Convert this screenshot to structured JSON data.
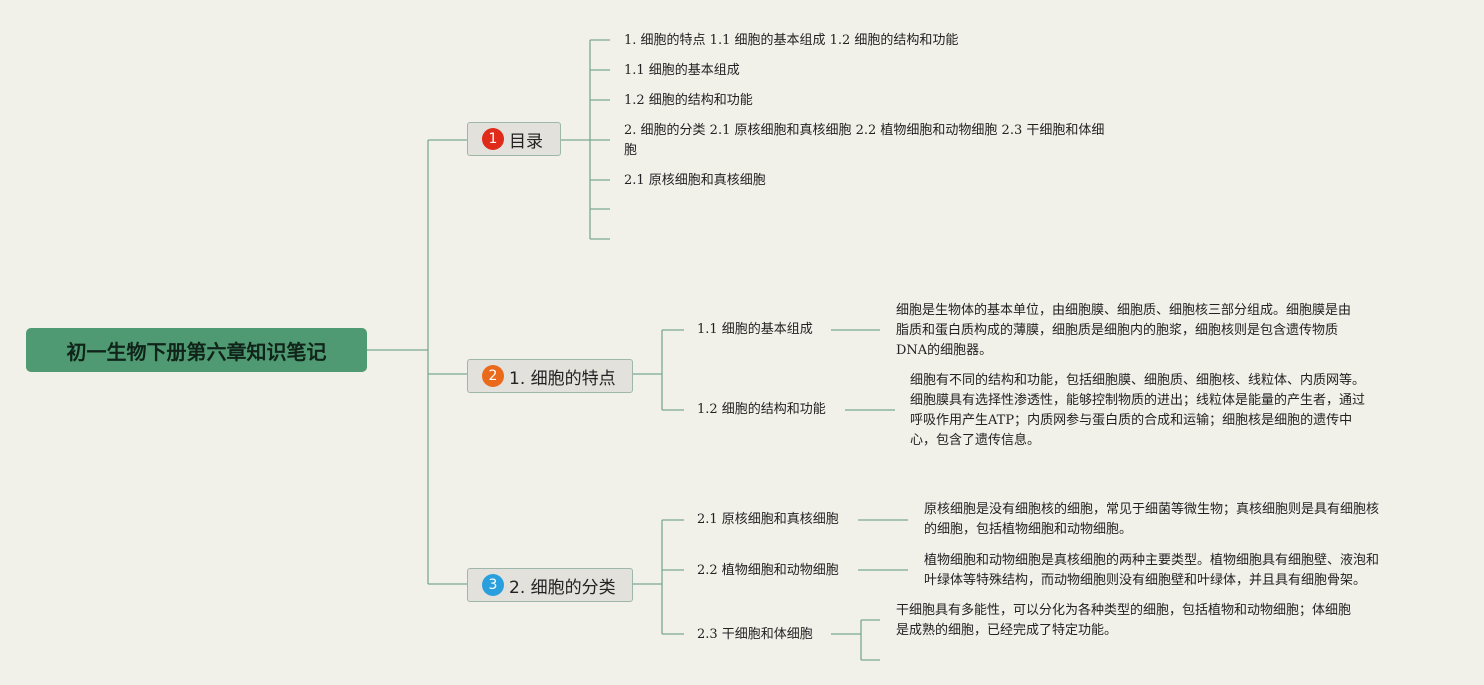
{
  "colors": {
    "background": "#f1f0e9",
    "root": "#4f9a72",
    "connector": "#7aa894",
    "badge_1": "#e02a1a",
    "badge_2": "#ea6a1c",
    "badge_3": "#2a9fde"
  },
  "root": {
    "title": "初一生物下册第六章知识笔记"
  },
  "toc": {
    "badge": "1",
    "label": "目录",
    "items": [
      "1. 细胞的特点 1.1 细胞的基本组成 1.2 细胞的结构和功能",
      "1.1 细胞的基本组成",
      "1.2 细胞的结构和功能",
      "2. 细胞的分类 2.1 原核细胞和真核细胞 2.2 植物细胞和动物细胞 2.3 干细胞和体细",
      "胞",
      "2.1 原核细胞和真核细胞",
      "",
      ""
    ]
  },
  "section1": {
    "badge": "2",
    "label": "1. 细胞的特点",
    "children": [
      {
        "label": "1.1 细胞的基本组成",
        "desc": [
          "细胞是生物体的基本单位，由细胞膜、细胞质、细胞核三部分组成。细胞膜是由",
          "脂质和蛋白质构成的薄膜，细胞质是细胞内的胞浆，细胞核则是包含遗传物质",
          "DNA的细胞器。"
        ]
      },
      {
        "label": "1.2 细胞的结构和功能",
        "desc": [
          "细胞有不同的结构和功能，包括细胞膜、细胞质、细胞核、线粒体、内质网等。",
          "细胞膜具有选择性渗透性，能够控制物质的进出；线粒体是能量的产生者，通过",
          "呼吸作用产生ATP；内质网参与蛋白质的合成和运输；细胞核是细胞的遗传中",
          "心，包含了遗传信息。"
        ]
      }
    ]
  },
  "section2": {
    "badge": "3",
    "label": "2. 细胞的分类",
    "children": [
      {
        "label": "2.1 原核细胞和真核细胞",
        "desc": [
          "原核细胞是没有细胞核的细胞，常见于细菌等微生物；真核细胞则是具有细胞核",
          "的细胞，包括植物细胞和动物细胞。"
        ]
      },
      {
        "label": "2.2 植物细胞和动物细胞",
        "desc": [
          "植物细胞和动物细胞是真核细胞的两种主要类型。植物细胞具有细胞壁、液泡和",
          "叶绿体等特殊结构，而动物细胞则没有细胞壁和叶绿体，并且具有细胞骨架。"
        ]
      },
      {
        "label": "2.3 干细胞和体细胞",
        "desc": [
          "干细胞具有多能性，可以分化为各种类型的细胞，包括植物和动物细胞；体细胞",
          "是成熟的细胞，已经完成了特定功能。"
        ]
      }
    ]
  }
}
